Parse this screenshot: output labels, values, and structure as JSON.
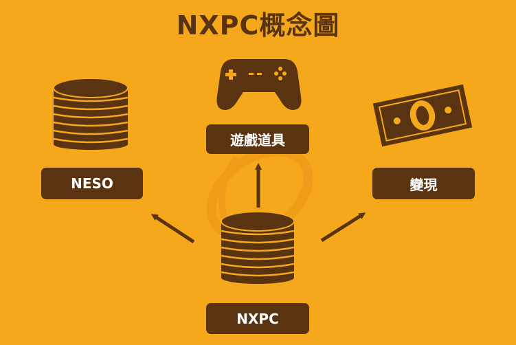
{
  "title": "NXPC概念圖",
  "nodes": {
    "neso": "NESO",
    "items": "遊戲道具",
    "cash": "變現",
    "nxpc": "NXPC"
  },
  "colors": {
    "background": "#F5A81C",
    "brown": "#5A3310",
    "text": "#FFFFFF"
  },
  "icons": {
    "neso": "coin-stack-icon",
    "items": "gamepad-icon",
    "cash": "banknote-icon",
    "nxpc": "coin-stack-icon"
  }
}
